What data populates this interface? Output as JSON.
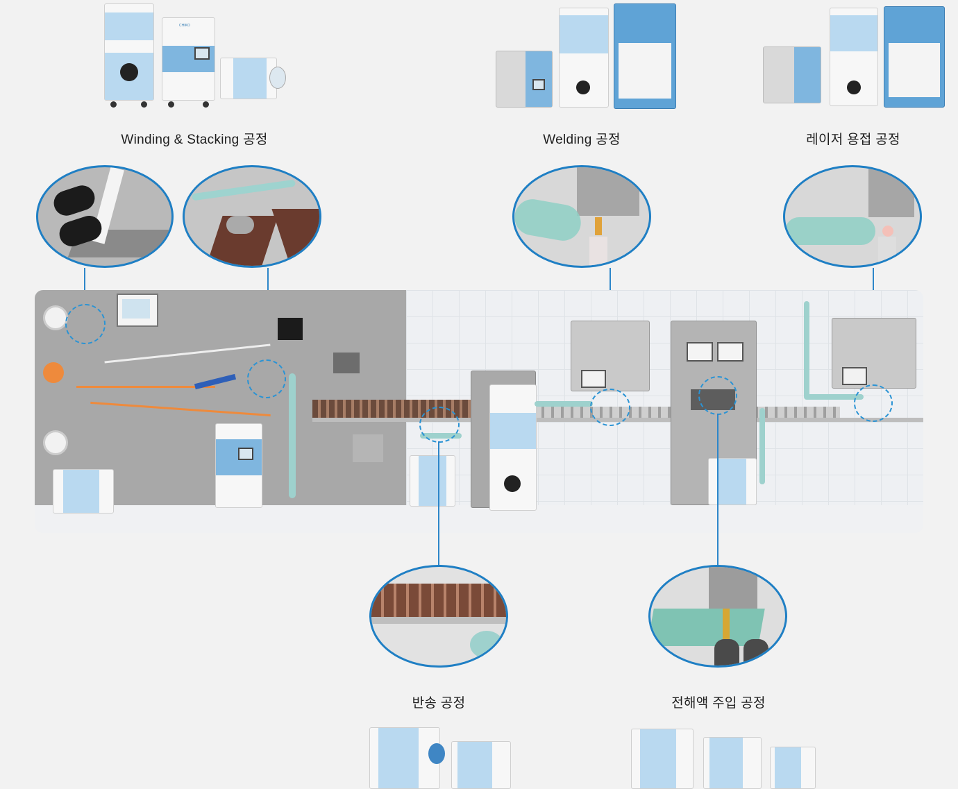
{
  "processes": {
    "winding": {
      "label": "Winding & Stacking 공정"
    },
    "welding": {
      "label": "Welding 공정"
    },
    "laser": {
      "label": "레이저 용접 공정"
    },
    "transfer": {
      "label": "반송 공정"
    },
    "electrolyte": {
      "label": "전해액 주입 공정"
    }
  },
  "brand": {
    "logo_text": "CHIKO"
  },
  "colors": {
    "accent_line": "#2d86c9",
    "bubble_border": "#1f7fc4",
    "collector_blue": "#7fb6df",
    "machine_gray": "#a9a9a9"
  }
}
